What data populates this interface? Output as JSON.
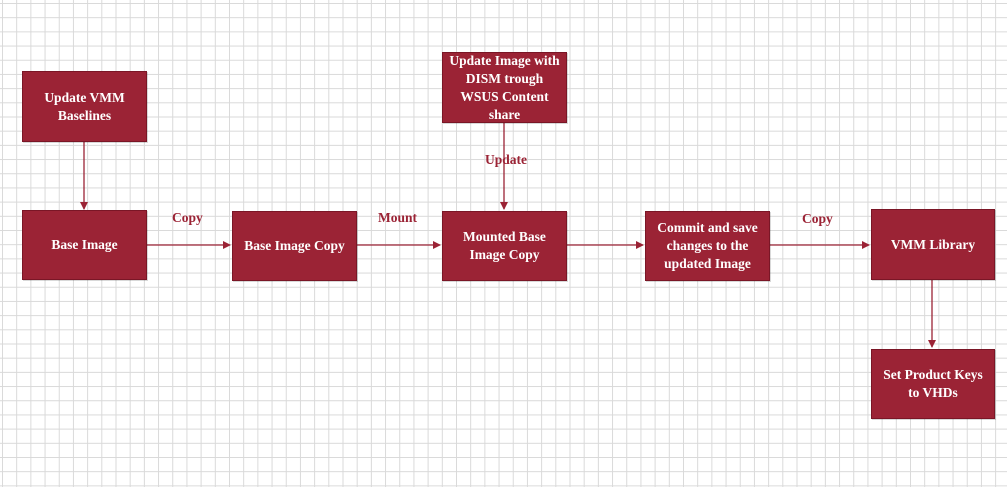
{
  "colors": {
    "node_fill": "#9b2335",
    "node_text": "#ffffff",
    "edge": "#9b2335",
    "edge_label": "#9b2335"
  },
  "nodes": {
    "update_vmm_baselines": "Update VMM Baselines",
    "base_image": "Base Image",
    "base_image_copy": "Base Image Copy",
    "update_image_dism": "Update Image with DISM trough WSUS Content share",
    "mounted_base_image_copy": "Mounted Base Image Copy",
    "commit_save_changes": "Commit and save changes to the updated Image",
    "vmm_library": "VMM Library",
    "set_product_keys": "Set Product Keys to VHDs"
  },
  "edge_labels": {
    "copy_1": "Copy",
    "mount": "Mount",
    "update": "Update",
    "copy_2": "Copy"
  }
}
